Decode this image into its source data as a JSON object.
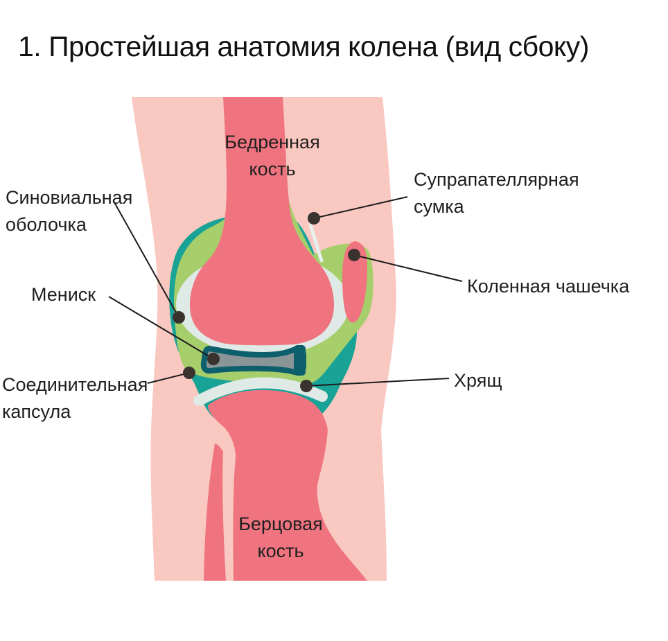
{
  "title": "1. Простейшая анатомия колена (вид сбоку)",
  "diagram": {
    "subject": "knee-joint-side-view",
    "labels": {
      "femur": "Бедренная\nкость",
      "suprapatellar_bursa": "Супрапателлярная\nсумка",
      "synovial_membrane": "Синовиальная\nоболочка",
      "patella": "Коленная чашечка",
      "meniscus": "Мениск",
      "joint_capsule": "Соединительная\nкапсула",
      "cartilage": "Хрящ",
      "tibia": "Берцовая\nкость"
    },
    "colors": {
      "skin": "#f9c8c1",
      "bone": "#ef7480",
      "capsule_teal": "#18a396",
      "synovial_green": "#a6ce6b",
      "cartilage_pale": "#dfe9e5",
      "meniscus_navy": "#0d5f6b",
      "meniscus_gray": "#8a9598",
      "marker_dot": "#39322f",
      "leader_line": "#1b1b1b",
      "text": "#1f1f1f"
    }
  }
}
